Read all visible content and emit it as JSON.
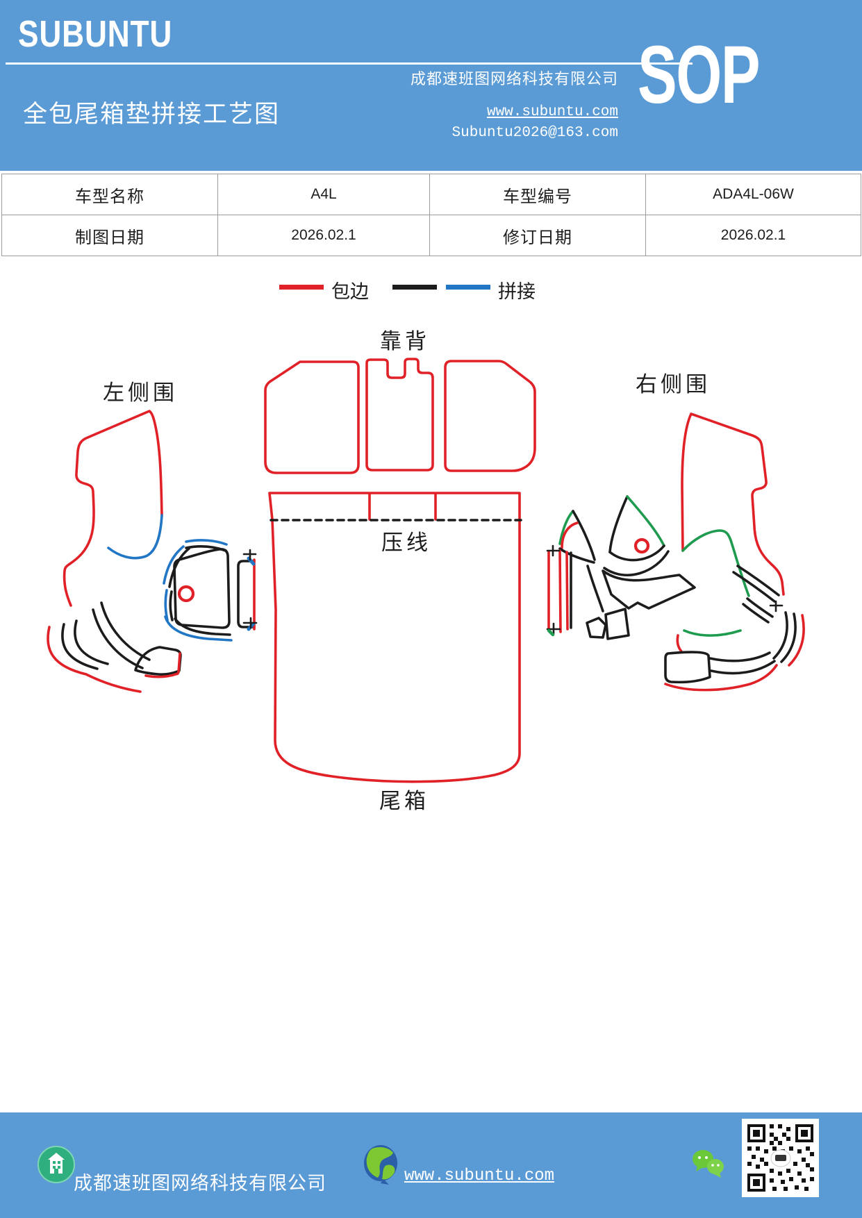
{
  "header": {
    "logo": "SUBUNTU",
    "company": "成都速班图网络科技有限公司",
    "doc_title": "全包尾箱垫拼接工艺图",
    "website": "www.subuntu.com",
    "email": "Subuntu2026@163.com",
    "sop_badge": "SOP"
  },
  "info_table": {
    "rows": [
      [
        "车型名称",
        "A4L",
        "车型编号",
        "ADA4L-06W"
      ],
      [
        "制图日期",
        "2026.02.1",
        "修订日期",
        "2026.02.1"
      ]
    ]
  },
  "legend": {
    "binding": {
      "label": "包边",
      "color": "#e02127"
    },
    "stitching": {
      "label": "拼接",
      "colors": [
        "#1c1c1c",
        "#2176c5"
      ]
    }
  },
  "diagram": {
    "labels": {
      "backrest": "靠背",
      "left_side": "左侧围",
      "right_side": "右侧围",
      "press_line": "压线",
      "trunk": "尾箱"
    },
    "colors": {
      "edge_red": "#e02127",
      "outline_black": "#1c1c1c",
      "stitch_blue": "#2176c5",
      "stitch_green": "#1f9b4f"
    }
  },
  "footer": {
    "company": "成都速班图网络科技有限公司",
    "website": "www.subuntu.com"
  },
  "theme": {
    "band_blue": "#5b9bd5"
  }
}
